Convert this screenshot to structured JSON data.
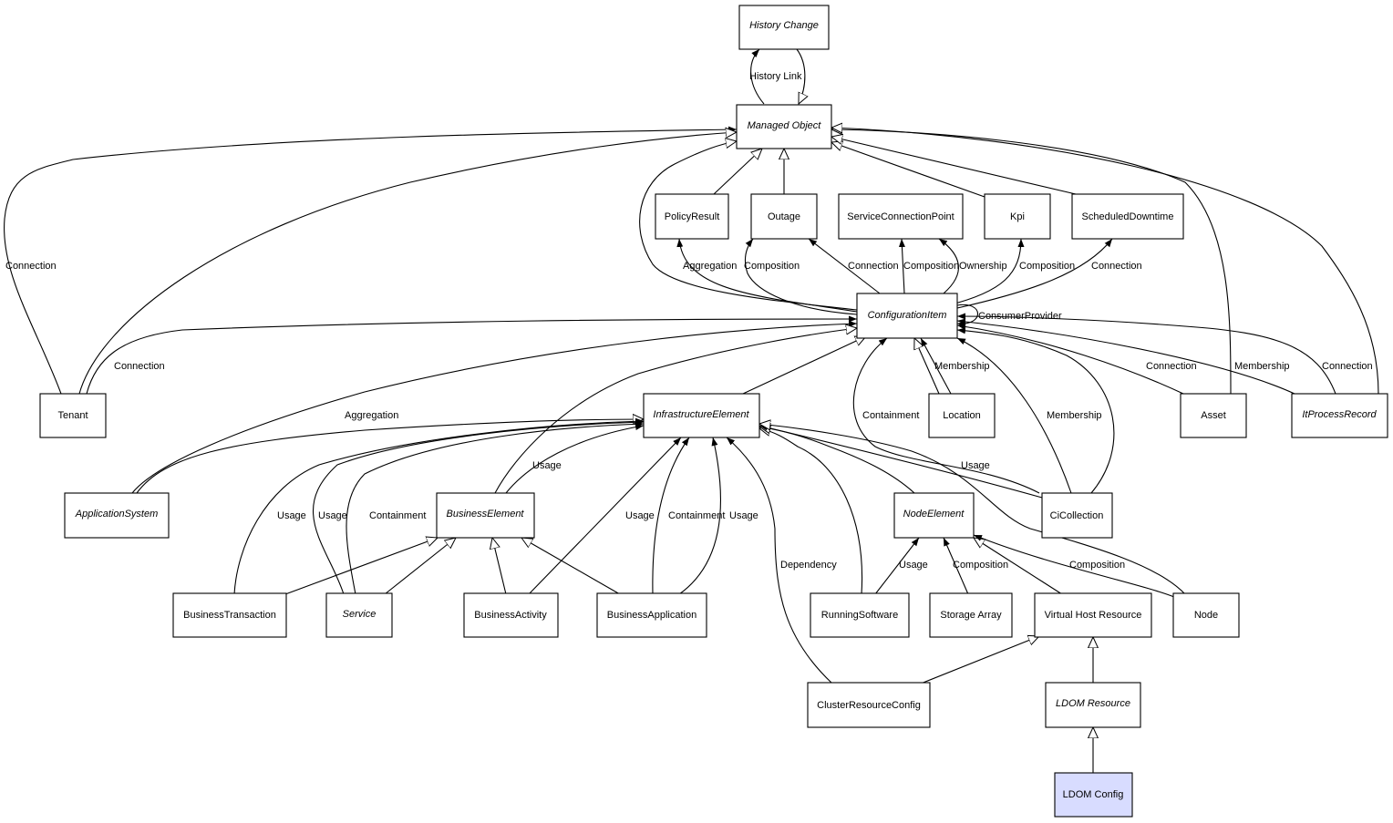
{
  "diagram": {
    "highlight_fill": "#d8dcff",
    "nodes": [
      {
        "id": "history-change",
        "label": "History Change",
        "abstract": true
      },
      {
        "id": "managed-object",
        "label": "Managed Object",
        "abstract": true
      },
      {
        "id": "policy-result",
        "label": "PolicyResult",
        "abstract": false
      },
      {
        "id": "outage",
        "label": "Outage",
        "abstract": false
      },
      {
        "id": "service-connection-point",
        "label": "ServiceConnectionPoint",
        "abstract": false
      },
      {
        "id": "kpi",
        "label": "Kpi",
        "abstract": false
      },
      {
        "id": "scheduled-downtime",
        "label": "ScheduledDowntime",
        "abstract": false
      },
      {
        "id": "configuration-item",
        "label": "ConfigurationItem",
        "abstract": true
      },
      {
        "id": "tenant",
        "label": "Tenant",
        "abstract": false
      },
      {
        "id": "infrastructure-element",
        "label": "InfrastructureElement",
        "abstract": true
      },
      {
        "id": "location",
        "label": "Location",
        "abstract": false
      },
      {
        "id": "asset",
        "label": "Asset",
        "abstract": false
      },
      {
        "id": "it-process-record",
        "label": "ItProcessRecord",
        "abstract": true
      },
      {
        "id": "application-system",
        "label": "ApplicationSystem",
        "abstract": true
      },
      {
        "id": "business-element",
        "label": "BusinessElement",
        "abstract": true
      },
      {
        "id": "node-element",
        "label": "NodeElement",
        "abstract": true
      },
      {
        "id": "ci-collection",
        "label": "CiCollection",
        "abstract": false
      },
      {
        "id": "business-transaction",
        "label": "BusinessTransaction",
        "abstract": false
      },
      {
        "id": "service",
        "label": "Service",
        "abstract": true
      },
      {
        "id": "business-activity",
        "label": "BusinessActivity",
        "abstract": false
      },
      {
        "id": "business-application",
        "label": "BusinessApplication",
        "abstract": false
      },
      {
        "id": "running-software",
        "label": "RunningSoftware",
        "abstract": false
      },
      {
        "id": "storage-array",
        "label": "Storage Array",
        "abstract": false
      },
      {
        "id": "virtual-host-resource",
        "label": "Virtual Host Resource",
        "abstract": false
      },
      {
        "id": "node",
        "label": "Node",
        "abstract": false
      },
      {
        "id": "cluster-resource-config",
        "label": "ClusterResourceConfig",
        "abstract": false
      },
      {
        "id": "ldom-resource",
        "label": "LDOM Resource",
        "abstract": true
      },
      {
        "id": "ldom-config",
        "label": "LDOM Config",
        "abstract": false,
        "highlighted": true
      }
    ],
    "edge_labels": [
      {
        "id": "history-link",
        "text": "History Link"
      },
      {
        "id": "connection-tenant-mo",
        "text": "Connection"
      },
      {
        "id": "aggregation-policy",
        "text": "Aggregation"
      },
      {
        "id": "composition-outage",
        "text": "Composition"
      },
      {
        "id": "connection-outage",
        "text": "Connection"
      },
      {
        "id": "composition-scp",
        "text": "Composition"
      },
      {
        "id": "ownership-scp",
        "text": "Ownership"
      },
      {
        "id": "composition-kpi",
        "text": "Composition"
      },
      {
        "id": "connection-downtime",
        "text": "Connection"
      },
      {
        "id": "consumer-provider",
        "text": "ConsumerProvider"
      },
      {
        "id": "connection-tenant-ci",
        "text": "Connection"
      },
      {
        "id": "membership-location",
        "text": "Membership"
      },
      {
        "id": "connection-asset",
        "text": "Connection"
      },
      {
        "id": "membership-asset",
        "text": "Membership"
      },
      {
        "id": "connection-itpr",
        "text": "Connection"
      },
      {
        "id": "aggregation-appsys",
        "text": "Aggregation"
      },
      {
        "id": "containment-cicoll",
        "text": "Containment"
      },
      {
        "id": "membership-cicoll",
        "text": "Membership"
      },
      {
        "id": "usage-be",
        "text": "Usage"
      },
      {
        "id": "usage-cicoll",
        "text": "Usage"
      },
      {
        "id": "usage-bt",
        "text": "Usage"
      },
      {
        "id": "usage-service",
        "text": "Usage"
      },
      {
        "id": "containment-service",
        "text": "Containment"
      },
      {
        "id": "usage-ba",
        "text": "Usage"
      },
      {
        "id": "containment-bapp",
        "text": "Containment"
      },
      {
        "id": "usage-bapp",
        "text": "Usage"
      },
      {
        "id": "dependency-crc",
        "text": "Dependency"
      },
      {
        "id": "usage-rs",
        "text": "Usage"
      },
      {
        "id": "composition-storage",
        "text": "Composition"
      },
      {
        "id": "composition-node",
        "text": "Composition"
      }
    ]
  }
}
